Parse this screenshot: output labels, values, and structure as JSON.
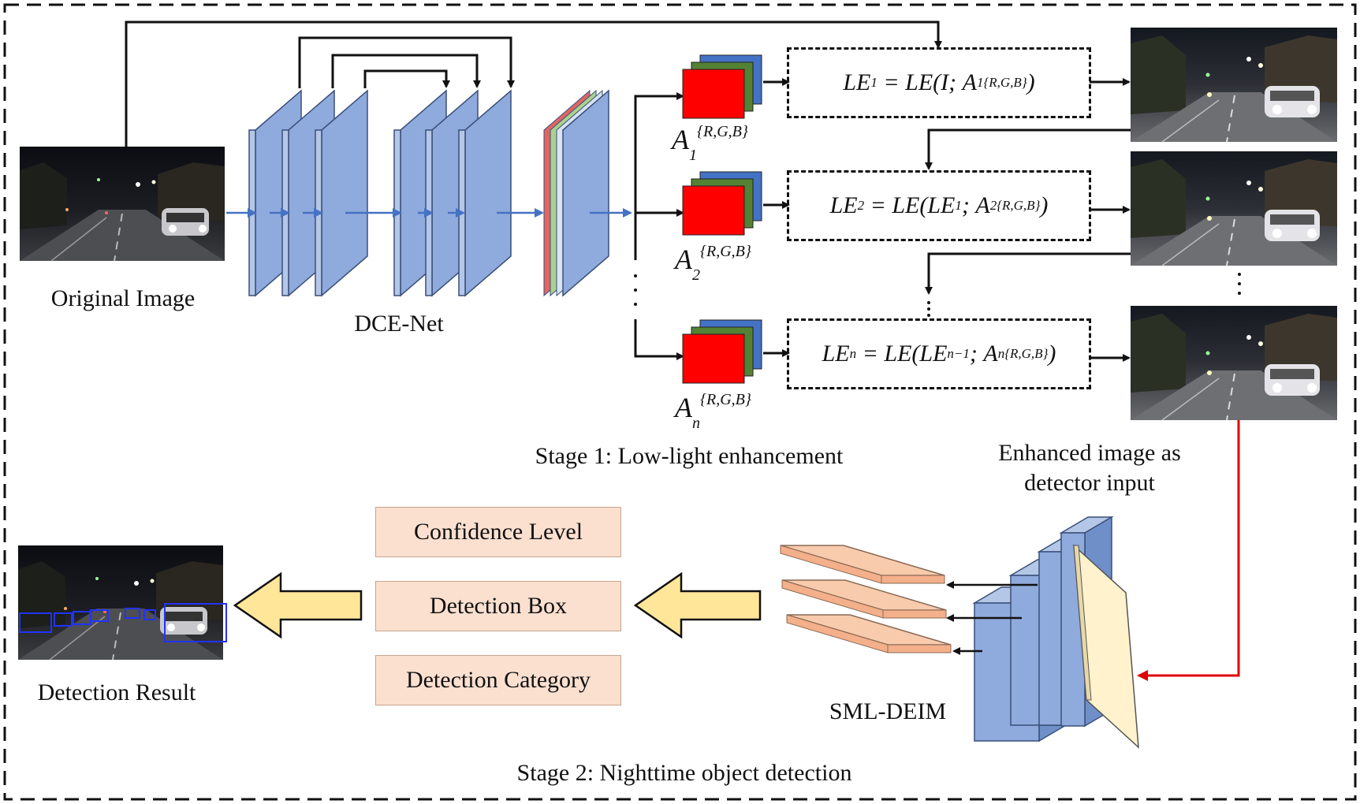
{
  "labels": {
    "original_image": "Original Image",
    "dce_net": "DCE-Net",
    "stage1": "Stage 1: Low-light enhancement",
    "enhanced_line1": "Enhanced image as",
    "enhanced_line2": "detector input",
    "sml_deim": "SML-DEIM",
    "detection_result": "Detection Result",
    "stage2": "Stage 2: Nighttime object detection"
  },
  "curve_maps": [
    {
      "base": "A",
      "sub": "1",
      "sup": "{R,G,B}"
    },
    {
      "base": "A",
      "sub": "2",
      "sup": "{R,G,B}"
    },
    {
      "base": "A",
      "sub": "n",
      "sup": "{R,G,B}"
    }
  ],
  "equations": [
    {
      "lhs": "LE",
      "lhs_sub": "1",
      "fn": "LE(",
      "arg": "I",
      "arg_sub": "",
      "sep": ";",
      "a": "A",
      "a_sub": "1",
      "a_sup": "{R,G,B}",
      "close": ")"
    },
    {
      "lhs": "LE",
      "lhs_sub": "2",
      "fn": "LE(",
      "arg": "LE",
      "arg_sub": "1",
      "sep": ";",
      "a": "A",
      "a_sub": "2",
      "a_sup": "{R,G,B}",
      "close": ")"
    },
    {
      "lhs": "LE",
      "lhs_sub": "n",
      "fn": "LE(",
      "arg": "LE",
      "arg_sub": "n−1",
      "sep": ";",
      "a": "A",
      "a_sub": "n",
      "a_sup": "{R,G,B}",
      "close": ")"
    }
  ],
  "outputs": [
    "Confidence Level",
    "Detection Box",
    "Detection Category"
  ],
  "colors": {
    "layer_blue": "#8faadc",
    "layer_edge": "#3a4f7a",
    "map_red": "#ff0000",
    "map_green": "#548235",
    "map_blue": "#4472c4",
    "peach": "#f8cbad",
    "cream": "#fff2cc",
    "arrow_yellow": "#ffe699",
    "red_line": "#e00000",
    "flow_blue": "#4472c4"
  }
}
